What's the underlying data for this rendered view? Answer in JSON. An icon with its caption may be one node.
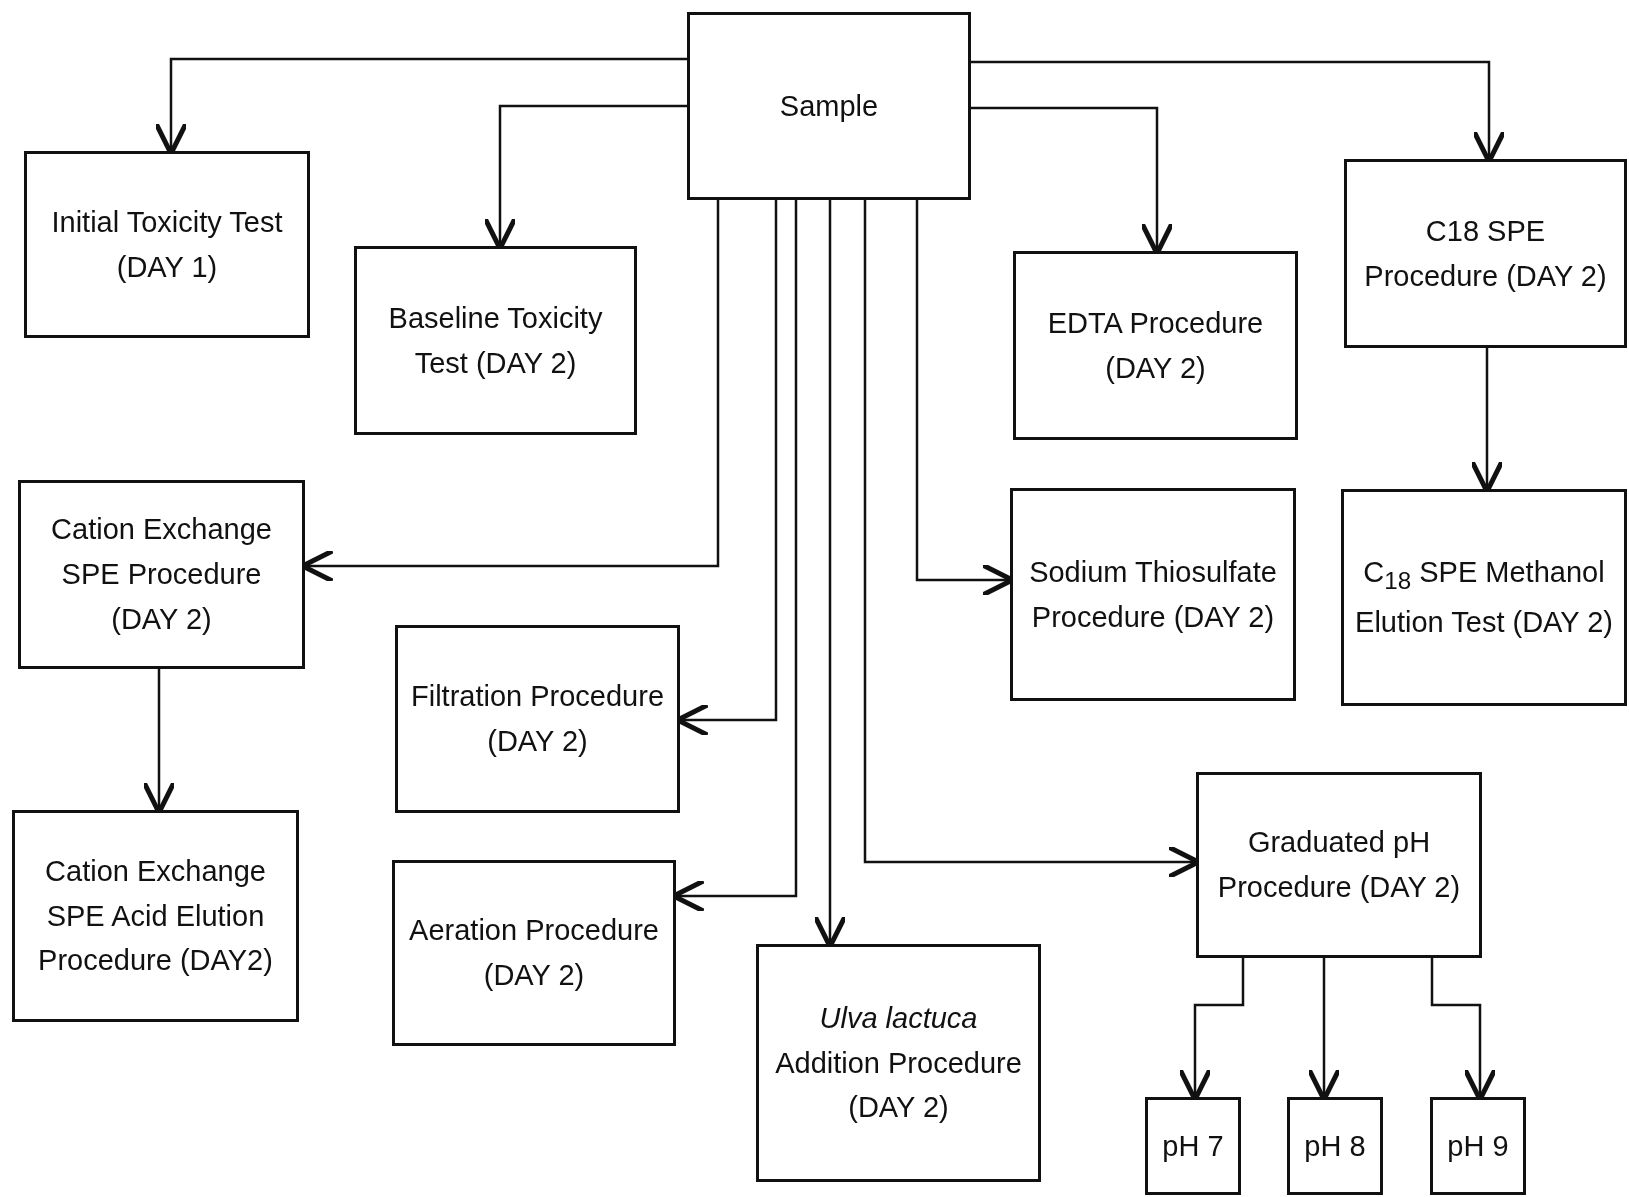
{
  "diagram": {
    "nodes": [
      {
        "text": [
          "Sample"
        ]
      },
      {
        "text": [
          "Initial Toxicity Test (DAY 1)"
        ]
      },
      {
        "text": [
          "Baseline Toxicity Test (DAY 2)"
        ]
      },
      {
        "text": [
          "EDTA Procedure (DAY 2)"
        ]
      },
      {
        "text": [
          "C18 SPE Procedure (DAY 2)"
        ]
      },
      {
        "text": [
          "Cation Exchange SPE Procedure (DAY 2)"
        ]
      },
      {
        "text": [
          "Sodium Thiosulfate Procedure (DAY 2)"
        ]
      },
      {
        "text": [
          "C$_{18}$ SPE Methanol Elution Test (DAY 2)"
        ]
      },
      {
        "text": [
          "Filtration Procedure (DAY 2)"
        ]
      },
      {
        "text": [
          "Cation Exchange SPE Acid Elution Procedure (DAY2)"
        ]
      },
      {
        "text": [
          "Graduated pH Procedure (DAY 2)"
        ]
      },
      {
        "text": [
          "Aeration Procedure (DAY 2)"
        ]
      },
      {
        "text": [
          "*Ulva lactuca* Addition Procedure (DAY 2)"
        ]
      },
      {
        "text": [
          "pH 7"
        ]
      },
      {
        "text": [
          "pH 8"
        ]
      },
      {
        "text": [
          "pH 9"
        ]
      }
    ],
    "edges": [
      {
        "from": 0,
        "to": 1,
        "arrow": "to"
      },
      {
        "from": 0,
        "to": 2,
        "arrow": "to"
      },
      {
        "from": 0,
        "to": 3,
        "arrow": "to"
      },
      {
        "from": 0,
        "to": 4,
        "arrow": "to"
      },
      {
        "from": 0,
        "to": 5,
        "arrow": "to"
      },
      {
        "from": 0,
        "to": 8,
        "arrow": "to"
      },
      {
        "from": 0,
        "to": 11,
        "arrow": "to"
      },
      {
        "from": 0,
        "to": 12,
        "arrow": "to"
      },
      {
        "from": 0,
        "to": 10,
        "arrow": "to"
      },
      {
        "from": 0,
        "to": 6,
        "arrow": "to"
      },
      {
        "from": 4,
        "to": 7,
        "arrow": "to"
      },
      {
        "from": 5,
        "to": 9,
        "arrow": "to"
      },
      {
        "from": 10,
        "to": 13,
        "arrow": "to"
      },
      {
        "from": 10,
        "to": 14,
        "arrow": "to"
      },
      {
        "from": 10,
        "to": 15,
        "arrow": "to"
      }
    ]
  }
}
